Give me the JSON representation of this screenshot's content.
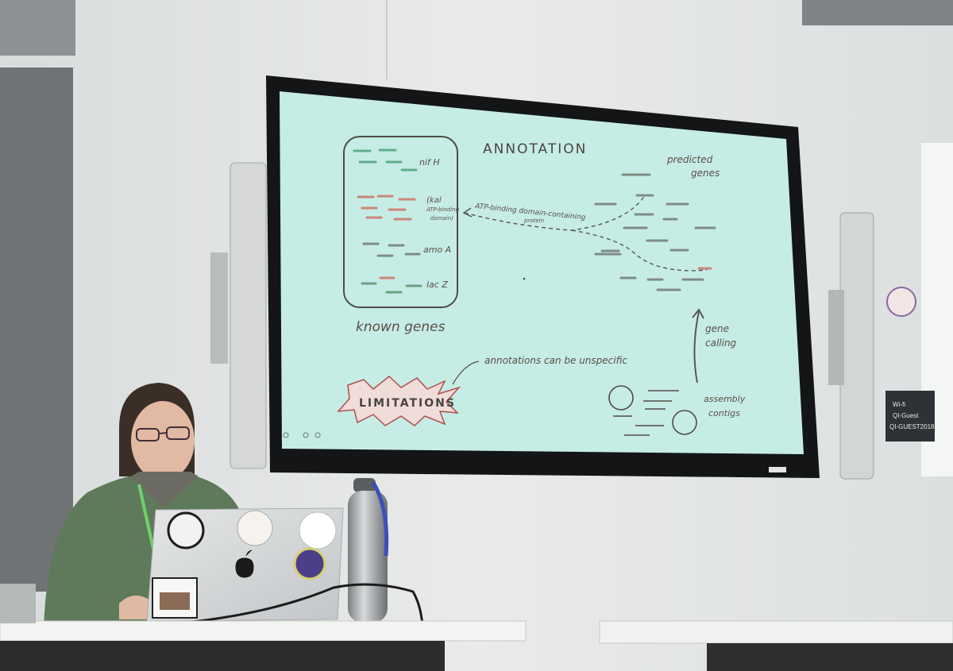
{
  "slide": {
    "title": "ANNOTATION",
    "known_genes_label": "known genes",
    "predicted_genes_label": [
      "predicted",
      "genes"
    ],
    "gene_labels": [
      "nif H",
      "(kal",
      "ATP-binding",
      "domain)",
      "amo A",
      "lac Z"
    ],
    "arrow_label": [
      "ATP-binding domain-containing",
      "protein"
    ],
    "gene_calling_label": [
      "gene",
      "calling"
    ],
    "assembly_label": [
      "assembly",
      "contigs"
    ],
    "limitations_label": "LIMITATIONS",
    "limitations_note": "annotations can be unspecific",
    "colors": {
      "background": "#c6ece6",
      "green_gene": "#5fae8e",
      "red_gene": "#c98878",
      "gray_gene": "#7f8c86",
      "outline": "#504b46"
    }
  },
  "wall_sign": {
    "lines": [
      "Wi-fi",
      "QI-Guest",
      "QI-GUEST2018"
    ]
  },
  "laptop": {
    "logo": "apple-logo-icon",
    "stickers": [
      "penguin-sticker",
      "handwritten-sticker",
      "institute-sticker",
      "purple-logo-sticker",
      "badge-card-sticker"
    ]
  }
}
